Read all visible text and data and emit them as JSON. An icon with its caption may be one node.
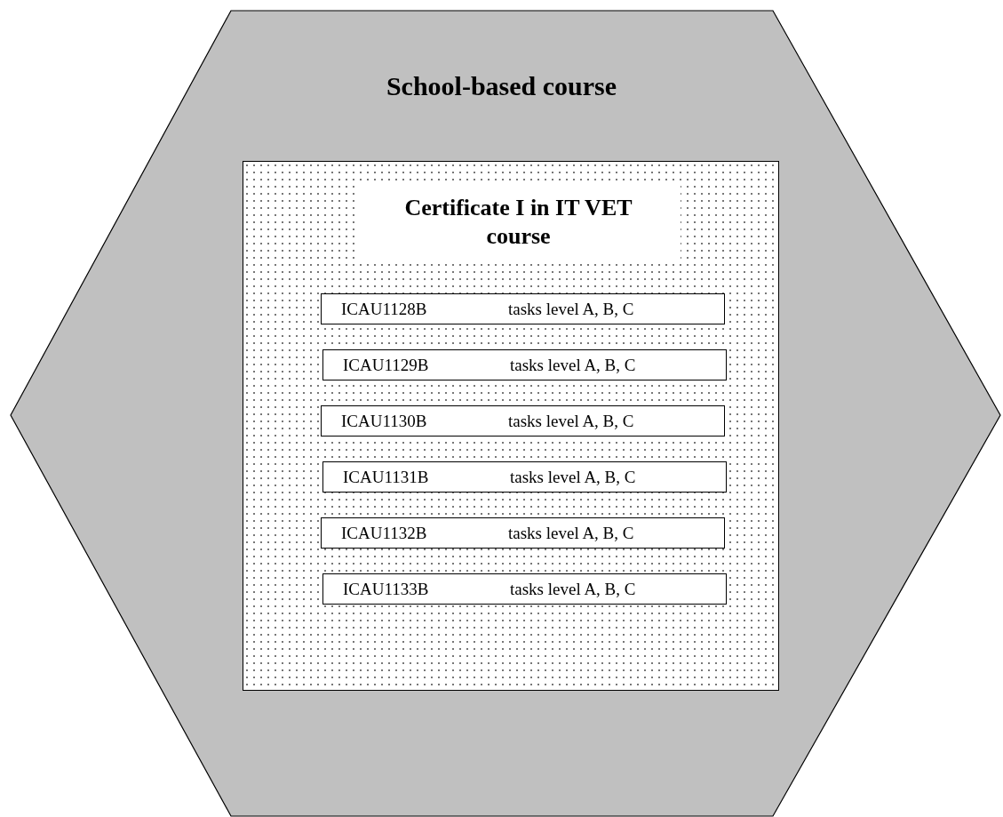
{
  "diagram": {
    "nodes": [
      {
        "text": [
          "School-based course"
        ]
      },
      {
        "text": [
          "Certificate I in IT VET course"
        ],
        "in": 0
      },
      {
        "text": [
          "ICAU1128B",
          "tasks level A, B, C"
        ],
        "in": 1
      },
      {
        "text": [
          "ICAU1129B",
          "tasks level A, B, C"
        ],
        "in": 1
      },
      {
        "text": [
          "ICAU1130B",
          "tasks level A, B, C"
        ],
        "in": 1
      },
      {
        "text": [
          "ICAU1131B",
          "tasks level A, B, C"
        ],
        "in": 1
      },
      {
        "text": [
          "ICAU1132B",
          "tasks level A, B, C"
        ],
        "in": 1
      },
      {
        "text": [
          "ICAU1133B",
          "tasks level A, B, C"
        ],
        "in": 1
      }
    ]
  }
}
